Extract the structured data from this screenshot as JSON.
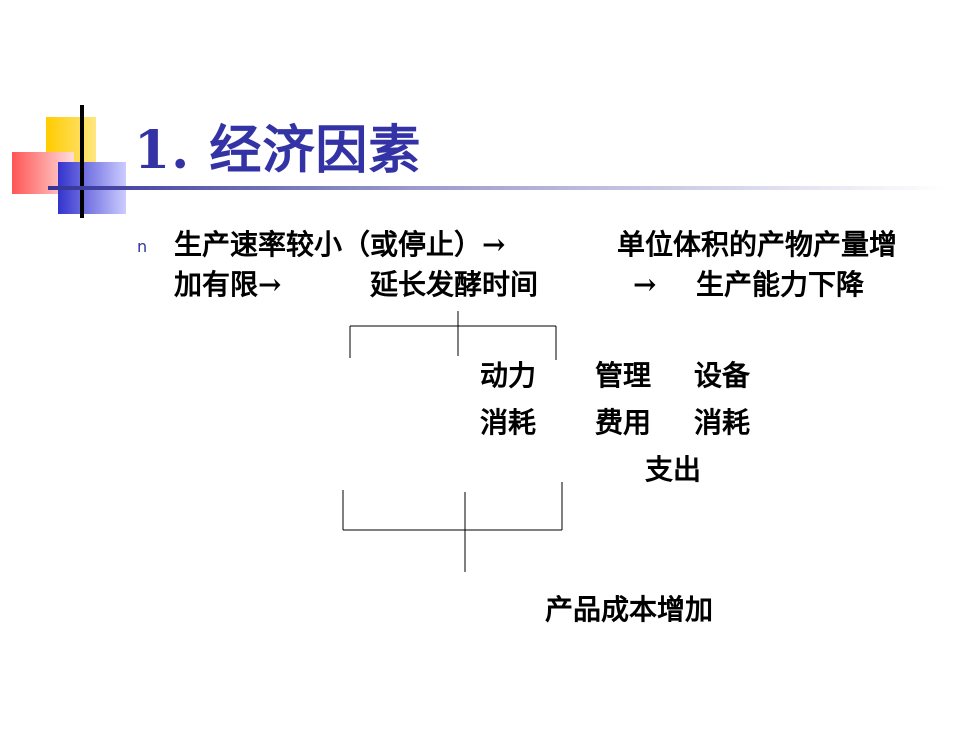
{
  "slide": {
    "title": "1. 经济因素",
    "bullet_glyph": "n",
    "line1_part1": "生产速率较小（或停止）→",
    "line1_part2": "单位体积的产物产量增",
    "line2_part1": "加有限→",
    "line2_part2": "延长发酵时间",
    "line2_arrow": "→",
    "line2_part3": "生产能力下降",
    "cost_row1": [
      "动力",
      "管理",
      "设备"
    ],
    "cost_row2": [
      "消耗",
      "费用",
      "消耗"
    ],
    "cost_row3": "支出",
    "result": "产品成本增加"
  },
  "colors": {
    "title": "#3333a6",
    "accent_yellow": "#ffcc00",
    "accent_red": "#ff3333",
    "accent_blue": "#3333cc"
  }
}
